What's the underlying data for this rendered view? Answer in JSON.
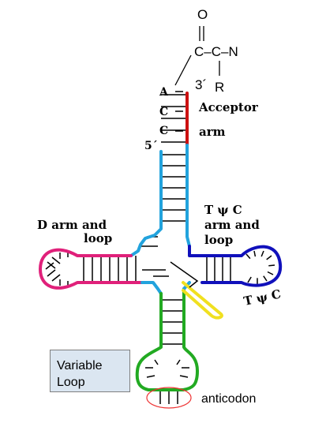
{
  "labels": {
    "oxygen": "O",
    "carbonyl_chain": "C–C–N",
    "three_prime": "3´",
    "r_group": "R",
    "base_a": "A",
    "base_c1": "C",
    "base_c2": "C",
    "five_prime": "5´",
    "acceptor_line1": "Acceptor",
    "acceptor_line2": "arm",
    "d_arm_line1": "D arm and",
    "d_arm_line2": "loop",
    "tpsic_line1": "T ψ C",
    "tpsic_line2": "arm and",
    "tpsic_line3": "loop",
    "tpsic_loop": "T ψ C",
    "variable_line1": "Variable",
    "variable_line2": "Loop",
    "anticodon": "anticodon"
  },
  "colors": {
    "acceptor": "#cc1111",
    "stem": "#22a3dd",
    "d_arm": "#e0207a",
    "tpsic_arm": "#1010bb",
    "variable": "#f0e020",
    "anticodon_arm": "#22aa22",
    "anticodon_ring": "#ee3333",
    "variable_box_fill": "#dbe6f1"
  }
}
